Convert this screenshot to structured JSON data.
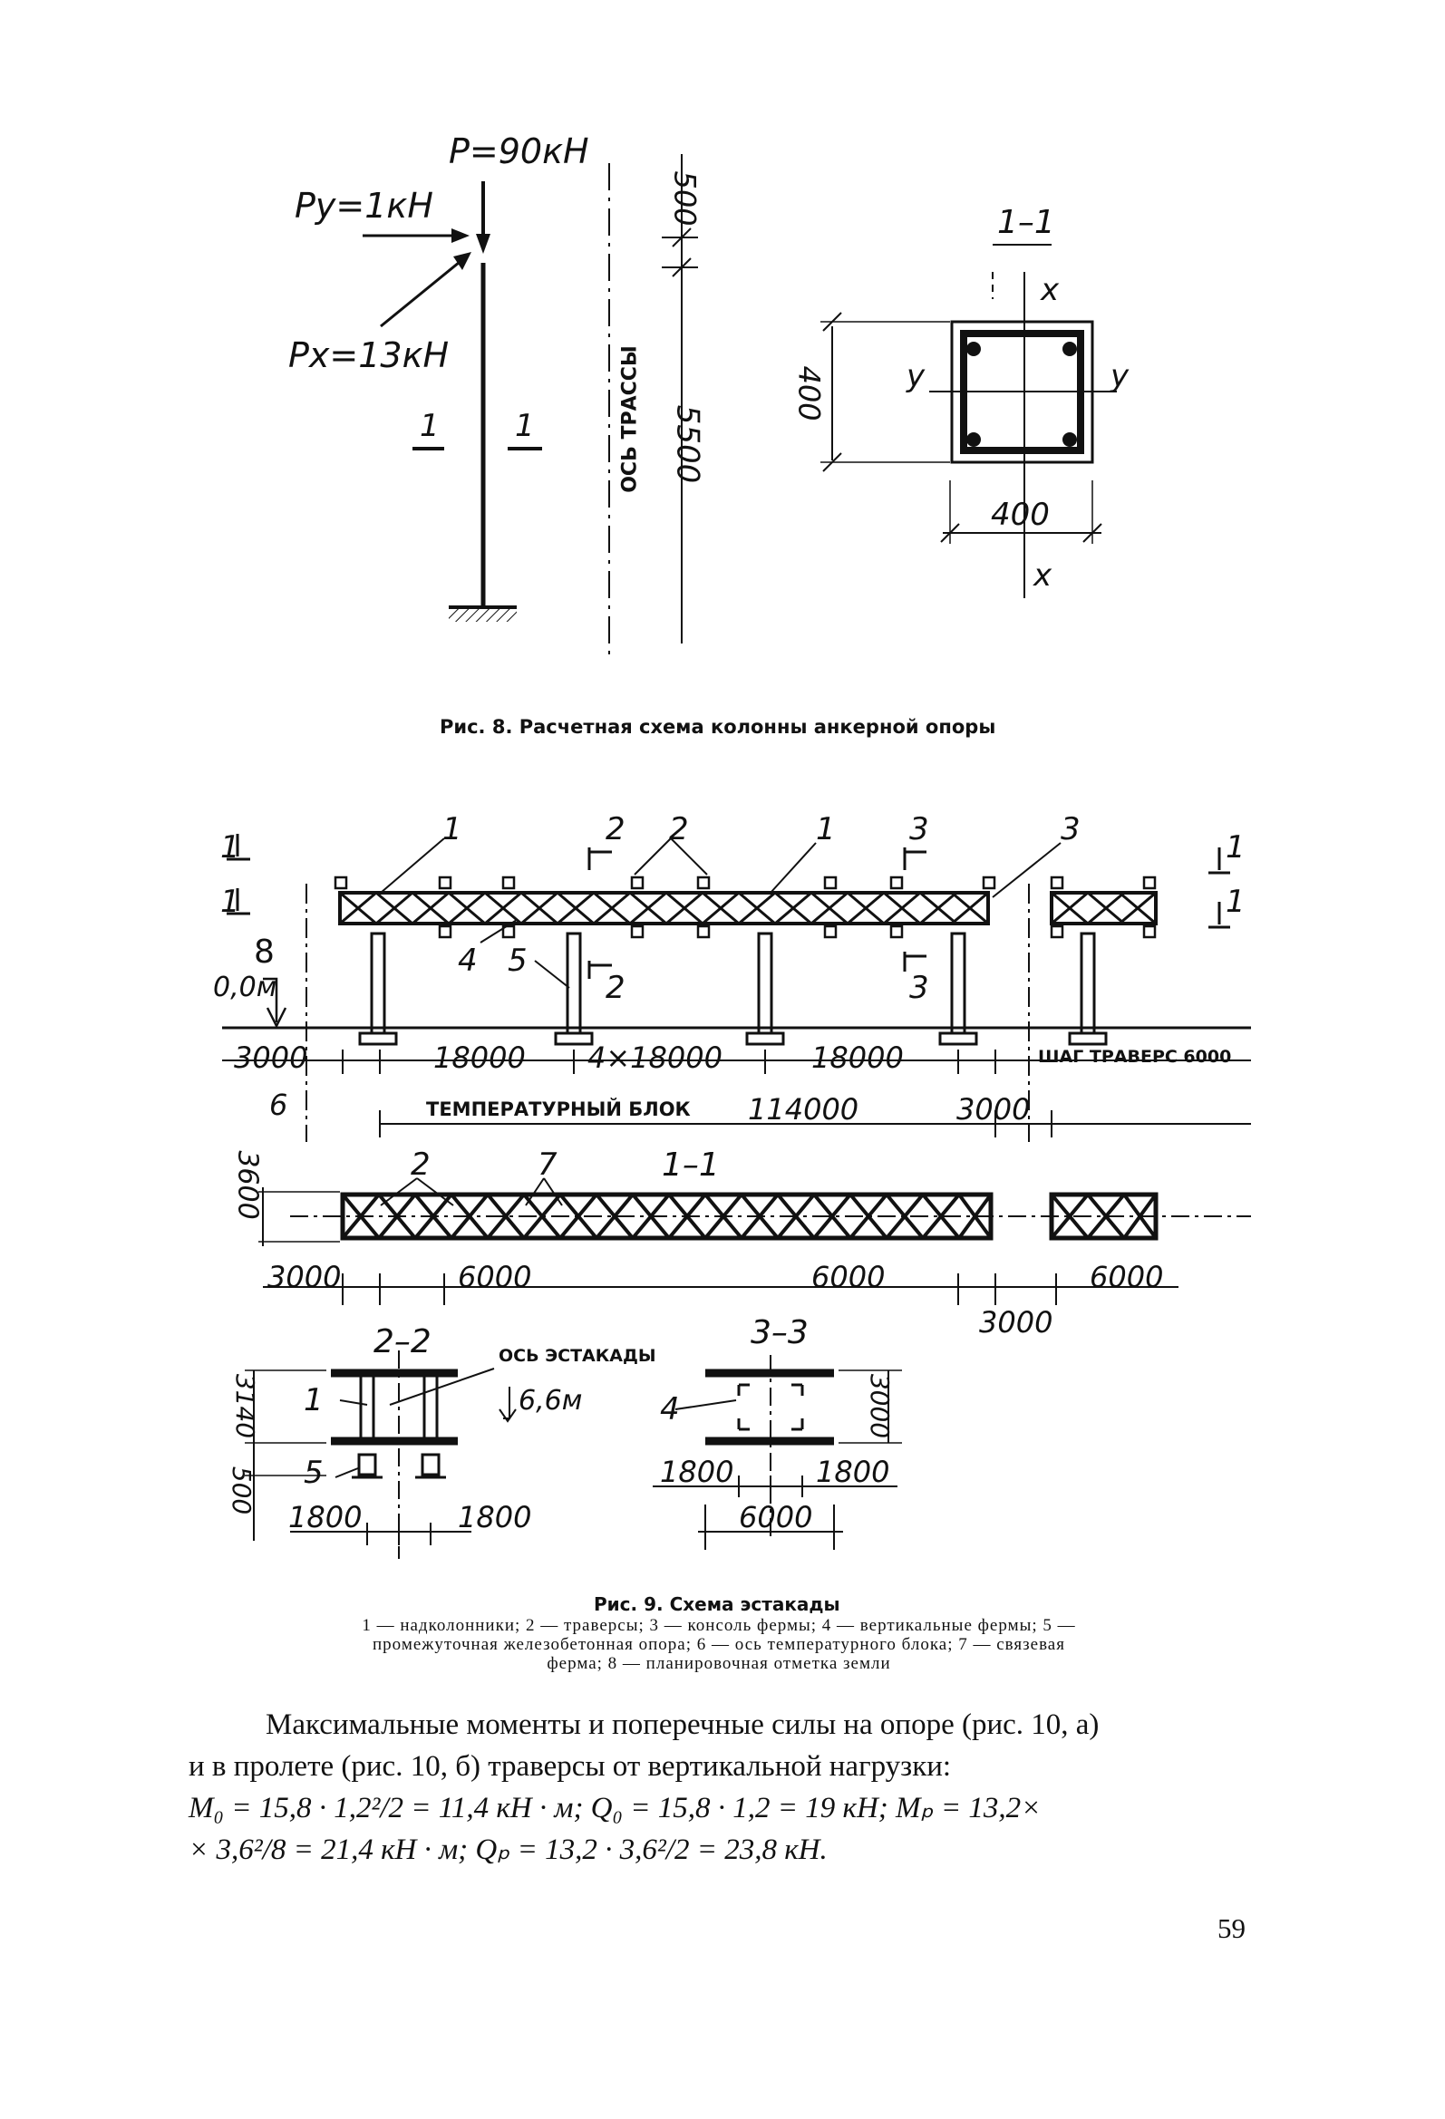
{
  "fig8": {
    "load_p": "P=90кН",
    "load_py": "Py=1кН",
    "load_px": "Px=13кН",
    "section_mark_left": "1",
    "section_mark_right": "1",
    "route_axis": "ОСЬ ТРАССЫ",
    "dim_500": "500",
    "dim_5500": "5500",
    "section_title": "1–1",
    "axis_x_top": "x",
    "axis_x_bottom": "x",
    "axis_y_left": "y",
    "axis_y_right": "y",
    "dim_400_v": "400",
    "dim_400_h": "400",
    "caption": "Рис. 8. Расчетная схема колонны анкерной опоры"
  },
  "fig9": {
    "marks_top": [
      "1",
      "2",
      "2",
      "1",
      "3",
      "3"
    ],
    "marks_mid": [
      "4",
      "5"
    ],
    "sect_2_top": "2",
    "sect_2_bot": "2",
    "sect_3_top": "3",
    "sect_3_bot": "3",
    "sect_1_left_a": "1",
    "sect_1_left_b": "1",
    "sect_1_right_a": "1",
    "sect_1_right_b": "1",
    "level_mark": "8",
    "level_value": "0,0м",
    "dims_row1": [
      "3000",
      "18000",
      "4×18000",
      "18000"
    ],
    "step_label": "ШАГ ТРАВЕРС 6000",
    "mark_6": "6",
    "temp_block": "ТЕМПЕРАТУРНЫЙ БЛОК",
    "temp_block_value": "114000",
    "dim_3000_b": "3000",
    "dim_3600": "3600",
    "plan_marks": [
      "2",
      "7"
    ],
    "plan_title": "1–1",
    "dims_row3": [
      "3000",
      "6000",
      "6000",
      "6000"
    ],
    "dim_3000_c": "3000",
    "s22_title": "2–2",
    "s22_axis": "ОСЬ ЭСТАКАДЫ",
    "s22_level": "6,6м",
    "s22_mark_1": "1",
    "s22_mark_5": "5",
    "s22_dim_3140": "3140",
    "s22_dim_500": "500",
    "s22_dims_bottom": [
      "1800",
      "1800"
    ],
    "s33_title": "3–3",
    "s33_mark_4": "4",
    "s33_dim_3000": "3000",
    "s33_dims_mid": [
      "1800",
      "1800"
    ],
    "s33_dim_6000": "6000",
    "caption": "Рис. 9. Схема эстакады",
    "legend_lines": [
      "1 — надколонники; 2 — траверсы; 3 — консоль фермы; 4 — вертикальные фермы; 5 —",
      "промежуточная железобетонная опора; 6 — ось температурного блока; 7 — связевая",
      "ферма; 8 — планировочная отметка земли"
    ]
  },
  "text": {
    "lines": [
      "Максимальные моменты и поперечные силы на опоре (рис. 10, а)",
      "и в пролете (рис. 10, б) траверсы от вертикальной нагрузки:",
      "M₀ = 15,8 · 1,2²/2 = 11,4 кН · м; Q₀ = 15,8 · 1,2 = 19 кН; Mₚ = 13,2×",
      "× 3,6²/8 = 21,4 кН · м; Qₚ = 13,2 · 3,6²/2 = 23,8 кН."
    ]
  },
  "page_number": "59"
}
